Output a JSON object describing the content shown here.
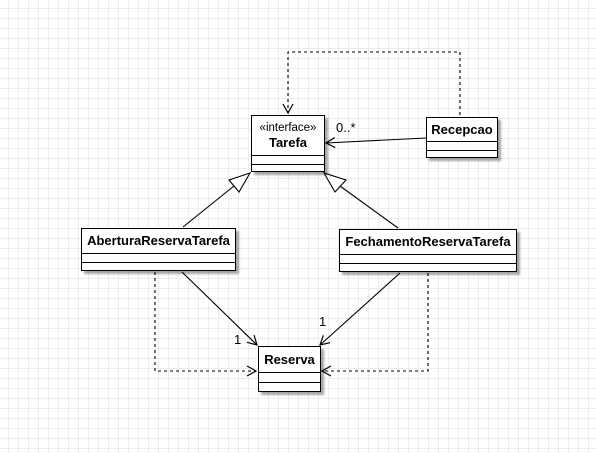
{
  "diagram": {
    "classes": {
      "tarefa": {
        "stereotype": "«interface»",
        "name": "Tarefa"
      },
      "recepcao": {
        "name": "Recepcao"
      },
      "abertura": {
        "name": "AberturaReservaTarefa"
      },
      "fechamento": {
        "name": "FechamentoReservaTarefa"
      },
      "reserva": {
        "name": "Reserva"
      }
    },
    "multiplicities": {
      "recepcao_tarefa": "0..*",
      "abertura_reserva": "1",
      "fechamento_reserva": "1"
    },
    "relationships": [
      {
        "from": "Recepcao",
        "to": "Tarefa",
        "kind": "association"
      },
      {
        "from": "Recepcao",
        "to": "Tarefa",
        "kind": "dependency"
      },
      {
        "from": "AberturaReservaTarefa",
        "to": "Tarefa",
        "kind": "realization"
      },
      {
        "from": "FechamentoReservaTarefa",
        "to": "Tarefa",
        "kind": "realization"
      },
      {
        "from": "AberturaReservaTarefa",
        "to": "Reserva",
        "kind": "association"
      },
      {
        "from": "FechamentoReservaTarefa",
        "to": "Reserva",
        "kind": "association"
      },
      {
        "from": "AberturaReservaTarefa",
        "to": "Reserva",
        "kind": "dependency"
      },
      {
        "from": "FechamentoReservaTarefa",
        "to": "Reserva",
        "kind": "dependency"
      }
    ]
  }
}
